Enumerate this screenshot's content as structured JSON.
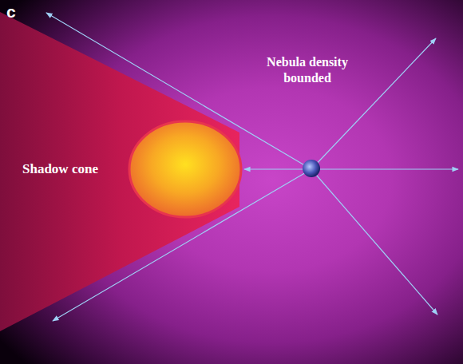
{
  "diagram": {
    "nodes": [
      {
        "text": [
          "Shadow cone"
        ]
      }
    ],
    "labels": [
      "c",
      "Nebula density bounded"
    ]
  }
}
